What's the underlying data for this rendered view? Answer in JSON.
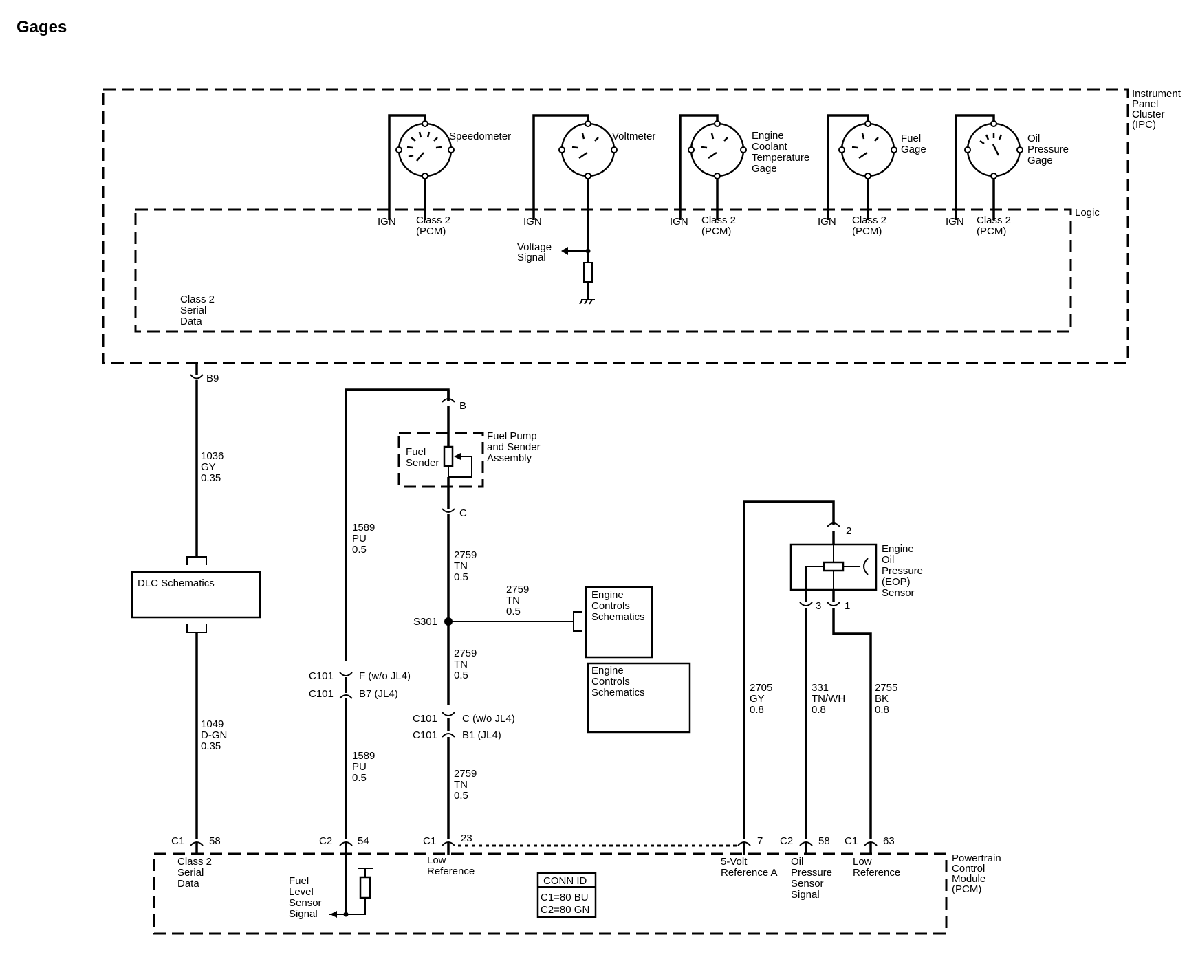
{
  "title": "Gages",
  "ipc": {
    "label": [
      "Instrument",
      "Panel",
      "Cluster",
      "(IPC)"
    ],
    "logic_label": "Logic",
    "gauges": [
      {
        "name": [
          "Speedometer"
        ],
        "ign": "IGN",
        "class2": [
          "Class 2",
          "(PCM)"
        ]
      },
      {
        "name": [
          "Voltmeter"
        ],
        "ign": "IGN",
        "class2": [
          "",
          ""
        ]
      },
      {
        "name": [
          "Engine",
          "Coolant",
          "Temperature",
          "Gage"
        ],
        "ign": "IGN",
        "class2": [
          "Class 2",
          "(PCM)"
        ]
      },
      {
        "name": [
          "Fuel",
          "Gage"
        ],
        "ign": "IGN",
        "class2": [
          "Class 2",
          "(PCM)"
        ]
      },
      {
        "name": [
          "Oil",
          "Pressure",
          "Gage"
        ],
        "ign": "IGN",
        "class2": [
          "Class 2",
          "(PCM)"
        ]
      }
    ],
    "voltage_signal": [
      "Voltage",
      "Signal"
    ],
    "class2_serial": [
      "Class 2",
      "Serial",
      "Data"
    ]
  },
  "wires": {
    "b9": "B9",
    "w1036": [
      "1036",
      "GY",
      "0.35"
    ],
    "dlc": "DLC Schematics",
    "w1049": [
      "1049",
      "D-GN",
      "0.35"
    ],
    "w1589a": [
      "1589",
      "PU",
      "0.5"
    ],
    "w1589b": [
      "1589",
      "PU",
      "0.5"
    ],
    "c101_f": [
      "C101",
      "F (w/o JL4)"
    ],
    "c101_b7": [
      "C101",
      "B7 (JL4)"
    ],
    "pin_b": "B",
    "pin_c": "C",
    "fuel_sender": [
      "Fuel",
      "Sender"
    ],
    "fuel_pump_assy": [
      "Fuel Pump",
      "and Sender",
      "Assembly"
    ],
    "w2759a": [
      "2759",
      "TN",
      "0.5"
    ],
    "w2759b": [
      "2759",
      "TN",
      "0.5"
    ],
    "w2759c": [
      "2759",
      "TN",
      "0.5"
    ],
    "w2759d": [
      "2759",
      "TN",
      "0.5"
    ],
    "s301": "S301",
    "engine_controls_1": [
      "Engine",
      "Controls",
      "Schematics"
    ],
    "engine_controls_2": [
      "Engine",
      "Controls",
      "Schematics"
    ],
    "c101_c": [
      "C101",
      "C (w/o JL4)"
    ],
    "c101_b1": [
      "C101",
      "B1 (JL4)"
    ],
    "eop_label": [
      "Engine",
      "Oil",
      "Pressure",
      "(EOP)",
      "Sensor"
    ],
    "pin_2": "2",
    "pin_3": "3",
    "pin_1": "1",
    "w2705": [
      "2705",
      "GY",
      "0.8"
    ],
    "w331": [
      "331",
      "TN/WH",
      "0.8"
    ],
    "w2755": [
      "2755",
      "BK",
      "0.8"
    ]
  },
  "pcm": {
    "label": [
      "Powertrain",
      "Control",
      "Module",
      "(PCM)"
    ],
    "pins": [
      {
        "conn": "C1",
        "pin": "58",
        "func": [
          "Class 2",
          "Serial",
          "Data"
        ]
      },
      {
        "conn": "C2",
        "pin": "54",
        "func": [
          "Fuel",
          "Level",
          "Sensor",
          "Signal"
        ]
      },
      {
        "conn": "C1",
        "pin": "23",
        "func": [
          "Low",
          "Reference"
        ]
      },
      {
        "conn": "",
        "pin": "7",
        "func": [
          "5-Volt",
          "Reference A"
        ]
      },
      {
        "conn": "C2",
        "pin": "58",
        "func": [
          "Oil",
          "Pressure",
          "Sensor",
          "Signal"
        ]
      },
      {
        "conn": "C1",
        "pin": "63",
        "func": [
          "Low",
          "Reference"
        ]
      }
    ],
    "conn_id": {
      "title": "CONN ID",
      "lines": [
        "C1=80 BU",
        "C2=80 GN"
      ]
    }
  }
}
